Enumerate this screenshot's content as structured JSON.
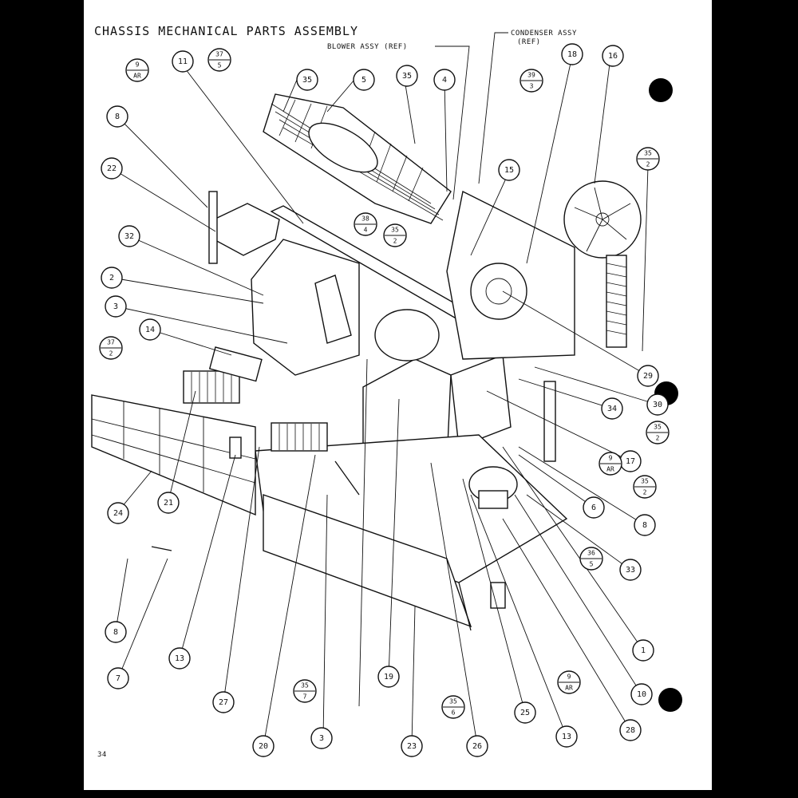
{
  "title": "CHASSIS MECHANICAL PARTS ASSEMBLY",
  "callouts": {
    "condenser": "CONDENSER ASSY",
    "condenser_ref": "(REF)",
    "blower": "BLOWER ASSY (REF)"
  },
  "page_number": "34",
  "balloons": [
    "11",
    "35",
    "5",
    "35",
    "4",
    "18",
    "16",
    "8",
    "22",
    "15",
    "32",
    "2",
    "3",
    "14",
    "21",
    "24",
    "8",
    "7",
    "13",
    "27",
    "20",
    "3",
    "19",
    "23",
    "26",
    "25",
    "13",
    "28",
    "10",
    "1",
    "8",
    "33",
    "6",
    "17",
    "34",
    "30",
    "29"
  ],
  "fractions": [
    {
      "top": "9",
      "bottom": "AR"
    },
    {
      "top": "37",
      "bottom": "5"
    },
    {
      "top": "39",
      "bottom": "3"
    },
    {
      "top": "35",
      "bottom": "2"
    },
    {
      "top": "38",
      "bottom": "4"
    },
    {
      "top": "35",
      "bottom": "2"
    },
    {
      "top": "37",
      "bottom": "2"
    },
    {
      "top": "35",
      "bottom": "2"
    },
    {
      "top": "9",
      "bottom": "AR"
    },
    {
      "top": "35",
      "bottom": "2"
    },
    {
      "top": "36",
      "bottom": "5"
    },
    {
      "top": "35",
      "bottom": "7"
    },
    {
      "top": "35",
      "bottom": "6"
    },
    {
      "top": "9",
      "bottom": "AR"
    }
  ]
}
